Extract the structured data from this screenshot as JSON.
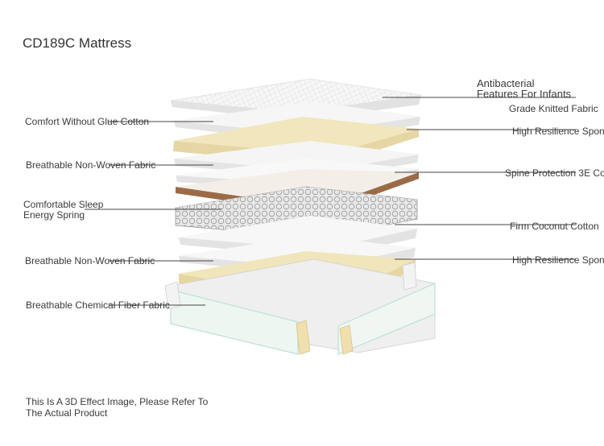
{
  "title": "CD189C Mattress",
  "labels_left": [
    "Comfort Without Glue Cotton",
    "Breathable Non-Woven Fabric",
    "Comfortable Sleep\nEnergy Spring",
    "Breathable Non-Woven Fabric",
    "Breathable Chemical Fiber Fabric"
  ],
  "labels_right": [
    "Antibacterial\nFeatures For Infants",
    "Grade Knitted Fabric",
    "High Resilience Spon",
    "Spine Protection 3E Co",
    "Firm Coconut Cotton",
    "High Resilience Spon"
  ],
  "note": "This Is A 3D Effect Image, Please Refer To\nThe Actual Product",
  "colors": {
    "sponge": "#efe3b8",
    "coir": "#a87a55",
    "fabric": "#f4f4f4",
    "frame_edge": "#bfe0d2"
  }
}
